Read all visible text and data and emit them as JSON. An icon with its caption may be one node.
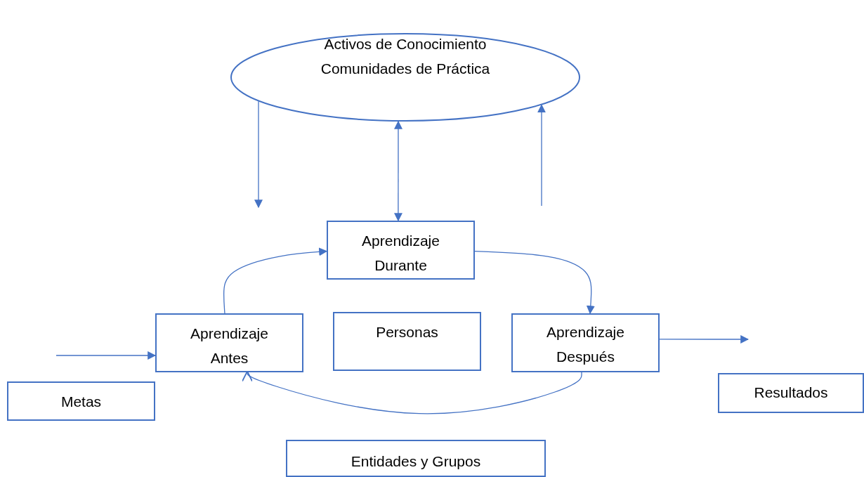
{
  "diagram": {
    "nodes": [
      {
        "text": [
          "Activos de Conocimiento",
          "Comunidades de Práctica"
        ]
      },
      {
        "text": [
          "Aprendizaje Durante"
        ]
      },
      {
        "text": [
          "Aprendizaje Antes"
        ]
      },
      {
        "text": [
          "Personas"
        ]
      },
      {
        "text": [
          "Aprendizaje Después"
        ]
      },
      {
        "text": [
          "Metas"
        ]
      },
      {
        "text": [
          "Resultados"
        ]
      },
      {
        "text": [
          "Entidades y Grupos"
        ]
      }
    ],
    "edges": [
      {
        "from": 0,
        "to": null,
        "arrow": "to"
      },
      {
        "from": 0,
        "to": 1,
        "arrow": "both"
      },
      {
        "from": null,
        "to": 0,
        "arrow": "to"
      },
      {
        "from": 2,
        "to": 1,
        "arrow": "to"
      },
      {
        "from": 1,
        "to": 4,
        "arrow": "to"
      },
      {
        "from": null,
        "to": 2,
        "arrow": "to"
      },
      {
        "from": 4,
        "to": null,
        "arrow": "to"
      },
      {
        "from": 4,
        "to": 2,
        "arrow": "to"
      }
    ]
  }
}
